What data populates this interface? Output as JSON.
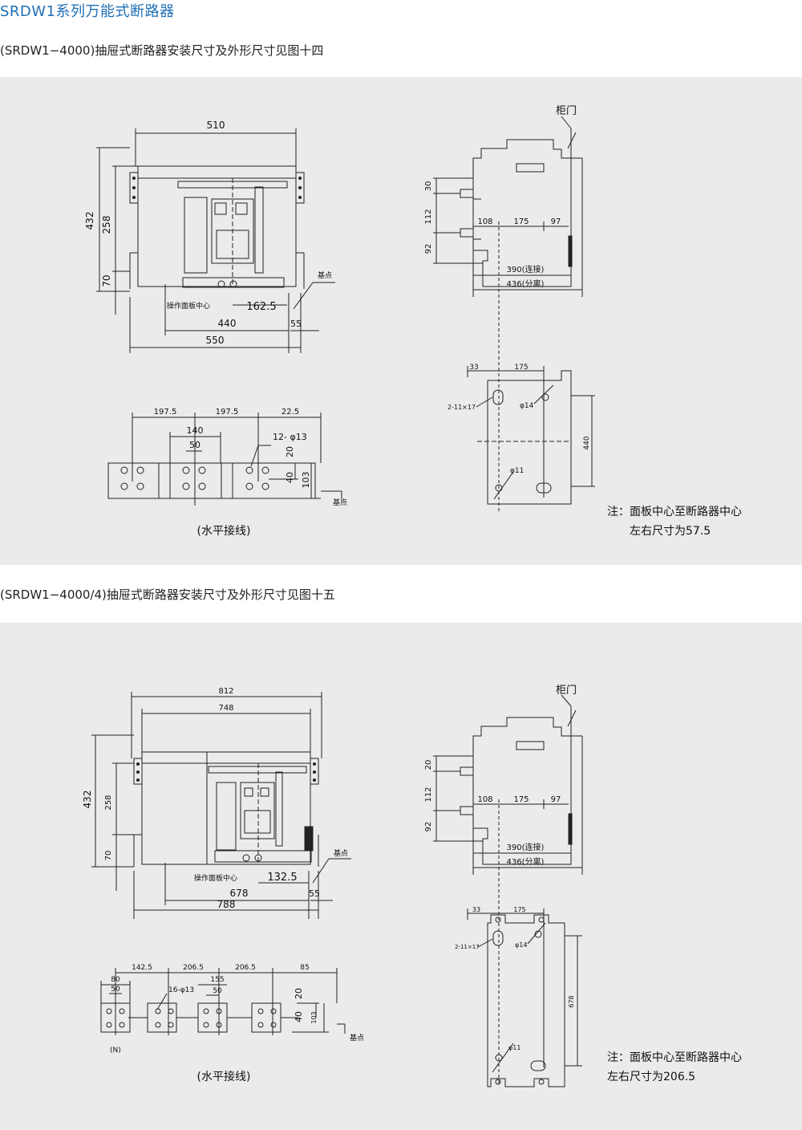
{
  "page_title": "SRDW1系列万能式断路器",
  "section1": {
    "title": "(SRDW1−4000)抽屉式断路器安装尺寸及外形尺寸见图十四",
    "front": {
      "w510": "510",
      "h432": "432",
      "h258": "258",
      "h70": "70",
      "label_panel_center": "操作面板中心",
      "d162": "162.5",
      "d440": "440",
      "d55": "55",
      "d550": "550",
      "label_base": "基点"
    },
    "side": {
      "cabinet_door": "柜门",
      "d30": "30",
      "d112": "112",
      "d92": "92",
      "d108": "108",
      "d175": "175",
      "d97": "97",
      "d390": "390(连接)",
      "d436": "436(分离)"
    },
    "bottom": {
      "d33": "33",
      "d175": "175",
      "slot": "2-11×17",
      "phi14": "φ14",
      "d440": "440",
      "phi11": "φ11"
    },
    "busbar": {
      "d1975a": "197.5",
      "d1975b": "197.5",
      "d225": "22.5",
      "d140": "140",
      "d50": "50",
      "holes": "12- φ13",
      "d20": "20",
      "d40": "40",
      "d103": "103",
      "label_base": "基点",
      "caption": "(水平接线)"
    },
    "note_line1": "注：面板中心至断路器中心",
    "note_line2": "左右尺寸为57.5"
  },
  "section2": {
    "title": "(SRDW1−4000/4)抽屉式断路器安装尺寸及外形尺寸见图十五",
    "front": {
      "w812": "812",
      "w748": "748",
      "h432": "432",
      "h258": "258",
      "h70": "70",
      "label_panel_center": "操作面板中心",
      "d132": "132.5",
      "d678": "678",
      "d55": "55",
      "d788": "788",
      "label_base": "基点"
    },
    "side": {
      "cabinet_door": "柜门",
      "d20": "20",
      "d112": "112",
      "d92": "92",
      "d108": "108",
      "d175": "175",
      "d97": "97",
      "d390": "390(连接)",
      "d436": "436(分离)"
    },
    "bottom": {
      "d33": "33",
      "d175": "175",
      "slot": "2-11×17",
      "phi14": "φ14",
      "d678": "678",
      "phi11": "φ11"
    },
    "busbar": {
      "d1425": "142.5",
      "d2065a": "206.5",
      "d2065b": "206.5",
      "d85": "85",
      "d80": "80",
      "d50a": "50",
      "holes": "16-φ13",
      "d155": "155",
      "d50b": "50",
      "d20": "20",
      "d40": "40",
      "d103": "103",
      "neutral": "(N)",
      "label_base": "基点",
      "caption": "(水平接线)"
    },
    "note_line1": "注：面板中心至断路器中心",
    "note_line2": "左右尺寸为206.5"
  }
}
